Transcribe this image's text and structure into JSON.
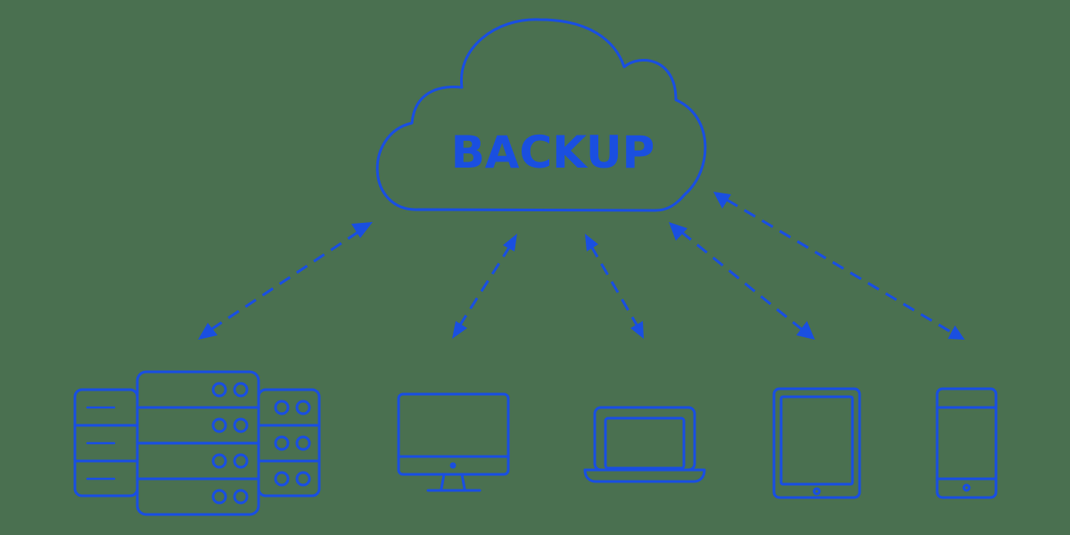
{
  "colors": {
    "background": "#4a7050",
    "accent": "#1a4fe0"
  },
  "cloud": {
    "label": "BACKUP",
    "icon": "cloud-icon"
  },
  "devices": [
    {
      "name": "server-rack",
      "icon": "server-icon"
    },
    {
      "name": "desktop-monitor",
      "icon": "monitor-icon"
    },
    {
      "name": "laptop",
      "icon": "laptop-icon"
    },
    {
      "name": "tablet",
      "icon": "tablet-icon"
    },
    {
      "name": "smartphone",
      "icon": "phone-icon"
    }
  ],
  "connections": [
    {
      "from": "cloud",
      "to": "server-rack",
      "bidirectional": true
    },
    {
      "from": "cloud",
      "to": "desktop-monitor",
      "bidirectional": true
    },
    {
      "from": "cloud",
      "to": "laptop",
      "bidirectional": true
    },
    {
      "from": "cloud",
      "to": "tablet",
      "bidirectional": true
    },
    {
      "from": "cloud",
      "to": "smartphone",
      "bidirectional": true
    }
  ]
}
